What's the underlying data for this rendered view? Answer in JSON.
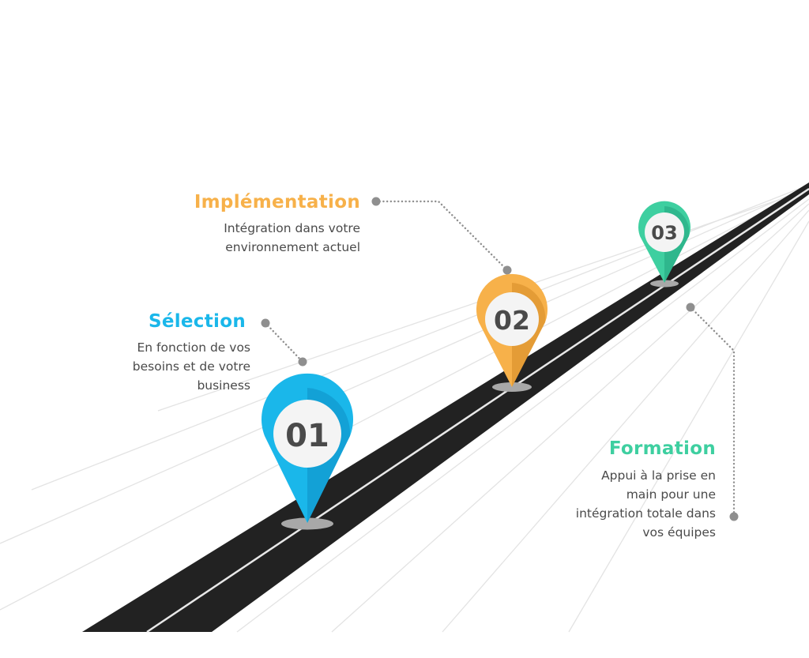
{
  "steps": [
    {
      "number": "01",
      "title": "Sélection",
      "description_lines": [
        "En fonction de vos",
        "besoins et de votre",
        "business"
      ],
      "color": "#1ab7ea"
    },
    {
      "number": "02",
      "title": "Implémentation",
      "description_lines": [
        "Intégration dans votre",
        "environnement actuel"
      ],
      "color": "#f7b14a"
    },
    {
      "number": "03",
      "title": "Formation",
      "description_lines": [
        "Appui à la prise en",
        "main pour une",
        "intégration totale dans",
        "vos équipes"
      ],
      "color": "#3ecfa0"
    }
  ],
  "colors": {
    "road": "#222222",
    "road_line": "#e8e8e8",
    "connector": "#8f8f8f",
    "pin_shadow": "#a8a8a8",
    "text": "#4a4a4a"
  }
}
